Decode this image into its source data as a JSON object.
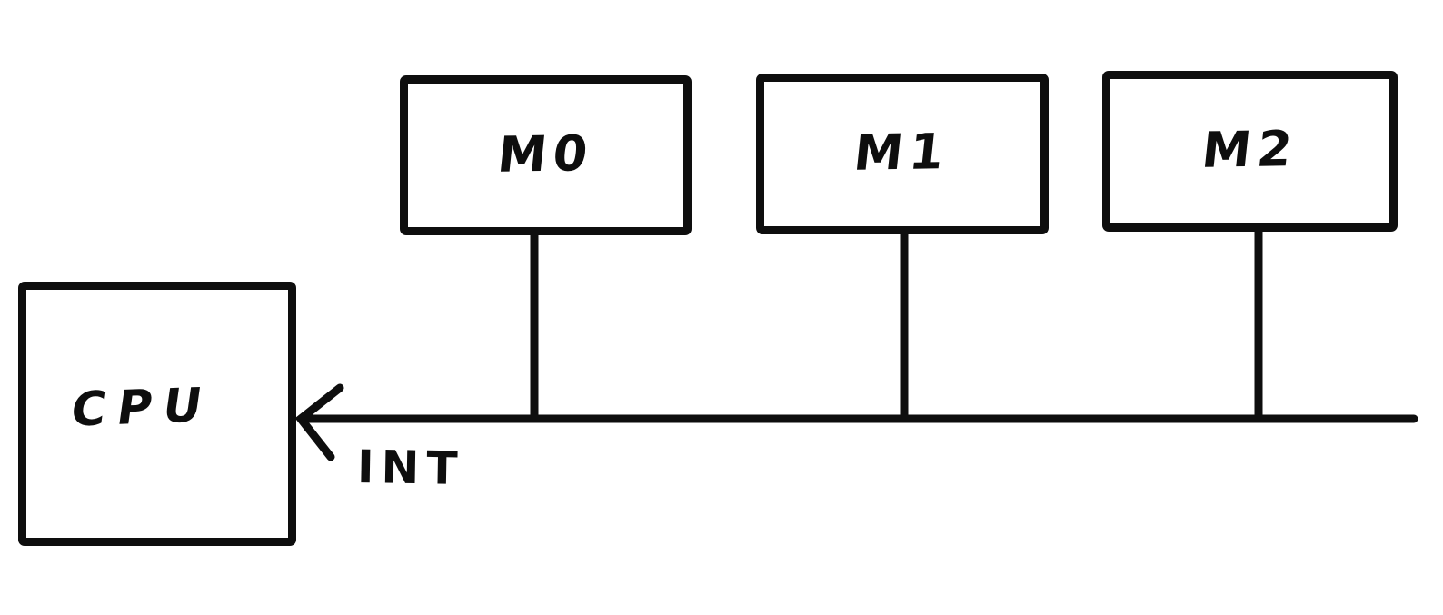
{
  "colors": {
    "ink": "#0e0e0e",
    "background": "#ffffff"
  },
  "cpu": {
    "label": "CPU"
  },
  "modules": [
    {
      "label": "M0"
    },
    {
      "label": "M1"
    },
    {
      "label": "M2"
    }
  ],
  "interrupt": {
    "label": "INT"
  },
  "connections": [
    {
      "from": "M0",
      "to": "interrupt-line"
    },
    {
      "from": "M1",
      "to": "interrupt-line"
    },
    {
      "from": "M2",
      "to": "interrupt-line"
    },
    {
      "from": "interrupt-line",
      "to": "CPU",
      "arrow": true,
      "label": "INT"
    }
  ]
}
